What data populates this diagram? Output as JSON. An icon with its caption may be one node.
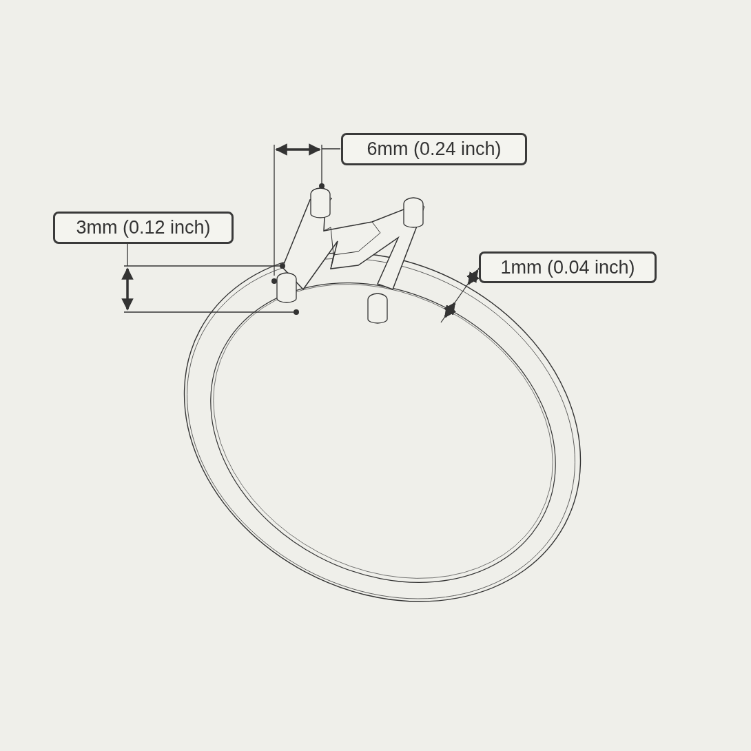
{
  "diagram": {
    "nodes": [
      {
        "text": [
          "6mm (0.24 inch)"
        ]
      },
      {
        "text": [
          "3mm (0.12 inch)"
        ]
      },
      {
        "text": [
          "1mm (0.04 inch)"
        ]
      }
    ]
  }
}
